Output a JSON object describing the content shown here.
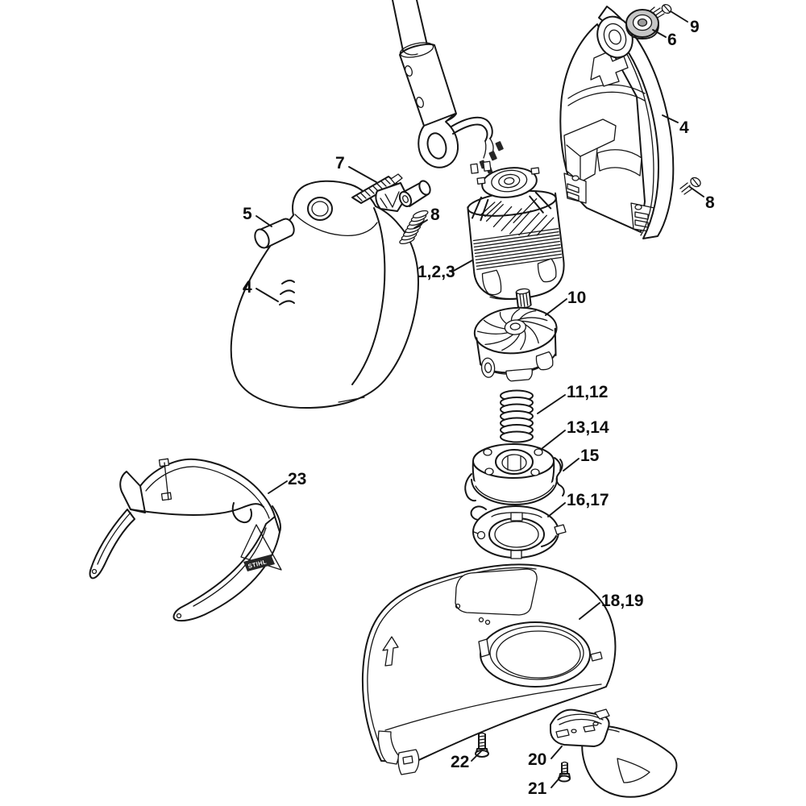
{
  "figure": {
    "type": "exploded-parts-diagram",
    "background": "#ffffff",
    "line_color": "#161616",
    "grommet_fill": "#c6c6c6"
  },
  "callouts": {
    "screw_9": "9",
    "buffer_6": "6",
    "housing_right_4": "4",
    "screw_8_right": "8",
    "lever_7": "7",
    "spring_8": "8",
    "pin_5": "5",
    "housing_left_4": "4",
    "motor_123": "1,2,3",
    "fan_10": "10",
    "spring_11_12": "11,12",
    "spool_13_14": "13,14",
    "line_15": "15",
    "cover_16_17": "16,17",
    "deflector_18_19": "18,19",
    "glasses_23": "23",
    "screw_22": "22",
    "blade_mount_20": "20",
    "screw_21": "21"
  },
  "glasses": {
    "brand": "STIHL"
  }
}
